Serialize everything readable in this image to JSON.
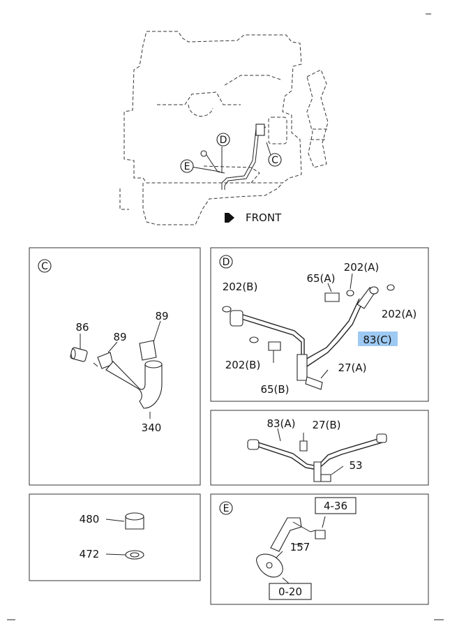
{
  "overview": {
    "front_label": "FRONT",
    "callout_c": "C",
    "callout_d": "D",
    "callout_e": "E"
  },
  "panel_c": {
    "header": "C",
    "labels": [
      "86",
      "89",
      "89",
      "340"
    ]
  },
  "panel_d": {
    "header": "D",
    "labels": [
      "202(B)",
      "65(A)",
      "202(A)",
      "202(A)",
      "83(C)",
      "202(B)",
      "65(B)",
      "27(A)"
    ],
    "highlighted_label": "83(C)",
    "highlight_color": "#9ec9f2"
  },
  "panel_a": {
    "labels": [
      "83(A)",
      "27(B)",
      "53"
    ]
  },
  "panel_plug": {
    "labels": [
      "480",
      "472"
    ]
  },
  "panel_e": {
    "header": "E",
    "labels": [
      "157"
    ],
    "boxed_refs": [
      "4-36",
      "0-20"
    ]
  }
}
